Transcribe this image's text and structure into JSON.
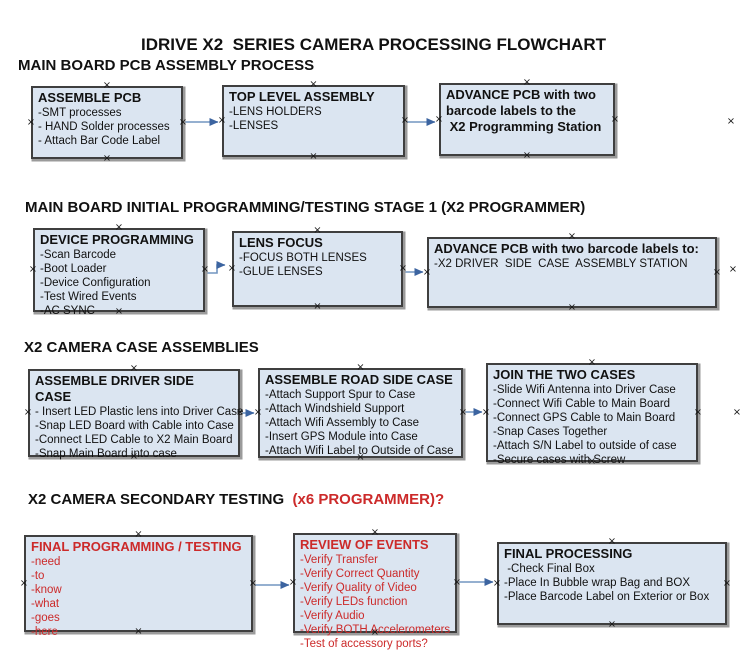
{
  "title": "IDRIVE X2  SERIES CAMERA PROCESSING FLOWCHART",
  "colors": {
    "box_fill": "#dbe5f1",
    "box_border": "#3f3f3f",
    "arrow_line": "#7295c0",
    "arrow_head": "#3c64a0",
    "red_text": "#cc2a2a",
    "black_text": "#111111"
  },
  "icons": {
    "connection_handle": "×"
  },
  "sections": [
    {
      "header_parts": [
        {
          "text": "MAIN BOARD PCB ASSEMBLY PROCESS",
          "color": "black"
        }
      ],
      "boxes": [
        {
          "title": "ASSEMBLE PCB",
          "items": [
            "-SMT processes",
            "- HAND Solder processes",
            "- Attach Bar Code Label"
          ],
          "color": "black"
        },
        {
          "title": "TOP LEVEL ASSEMBLY",
          "items": [
            "-LENS HOLDERS",
            "-LENSES"
          ],
          "color": "black"
        },
        {
          "title": "ADVANCE PCB with two\nbarcode labels to the\n X2 Programming Station",
          "items": [],
          "color": "black"
        }
      ]
    },
    {
      "header_parts": [
        {
          "text": "MAIN BOARD INITIAL PROGRAMMING/TESTING STAGE 1 (X2 PROGRAMMER)",
          "color": "black"
        }
      ],
      "boxes": [
        {
          "title": "DEVICE PROGRAMMING",
          "items": [
            "-Scan Barcode",
            "-Boot Loader",
            "-Device Configuration",
            "-Test Wired Events",
            "-AC SYNC"
          ],
          "color": "black"
        },
        {
          "title": "LENS FOCUS",
          "items": [
            "-FOCUS BOTH LENSES",
            "-GLUE LENSES"
          ],
          "color": "black"
        },
        {
          "title": "ADVANCE PCB with two barcode labels to:",
          "items": [
            "-X2 DRIVER  SIDE  CASE  ASSEMBLY STATION"
          ],
          "color": "black"
        }
      ]
    },
    {
      "header_parts": [
        {
          "text": "X2 CAMERA CASE ASSEMBLIES",
          "color": "black"
        }
      ],
      "boxes": [
        {
          "title": "ASSEMBLE DRIVER SIDE CASE",
          "items": [
            "- Insert LED Plastic lens into Driver Case",
            "-Snap LED Board with Cable into Case",
            "-Connect LED Cable to X2 Main Board",
            "-Snap Main Board into case"
          ],
          "color": "black"
        },
        {
          "title": "ASSEMBLE ROAD SIDE CASE",
          "items": [
            "-Attach Support Spur to Case",
            "-Attach Windshield Support",
            "-Attach Wifi Assembly to Case",
            "-Insert GPS Module into Case",
            "-Attach Wifi Label to Outside of Case"
          ],
          "color": "black"
        },
        {
          "title": "JOIN THE TWO CASES",
          "items": [
            "-Slide Wifi Antenna into Driver Case",
            "-Connect Wifi Cable to Main Board",
            "-Connect GPS Cable to Main Board",
            "-Snap Cases Together",
            "-Attach S/N Label to outside of case",
            "-Secure cases with Screw"
          ],
          "color": "black"
        }
      ]
    },
    {
      "header_parts": [
        {
          "text": "X2 CAMERA SECONDARY TESTING  ",
          "color": "black"
        },
        {
          "text": "(x6 PROGRAMMER)?",
          "color": "red"
        }
      ],
      "boxes": [
        {
          "title": "FINAL PROGRAMMING / TESTING",
          "items": [
            "-need",
            "-to",
            "-know",
            "-what",
            "-goes",
            "-here"
          ],
          "color": "red"
        },
        {
          "title": "REVIEW OF EVENTS",
          "items": [
            "-Verify Transfer",
            "-Verify Correct Quantity",
            "-Verify Quality of Video",
            "-Verify LEDs function",
            "-Verify Audio",
            "-Verify BOTH Accelerometers",
            "-Test of accessory ports?"
          ],
          "color": "red"
        },
        {
          "title": "FINAL PROCESSING",
          "items": [
            " -Check Final Box",
            "-Place In Bubble wrap Bag and BOX",
            "-Place Barcode Label on Exterior or Box"
          ],
          "color": "black"
        }
      ]
    }
  ]
}
